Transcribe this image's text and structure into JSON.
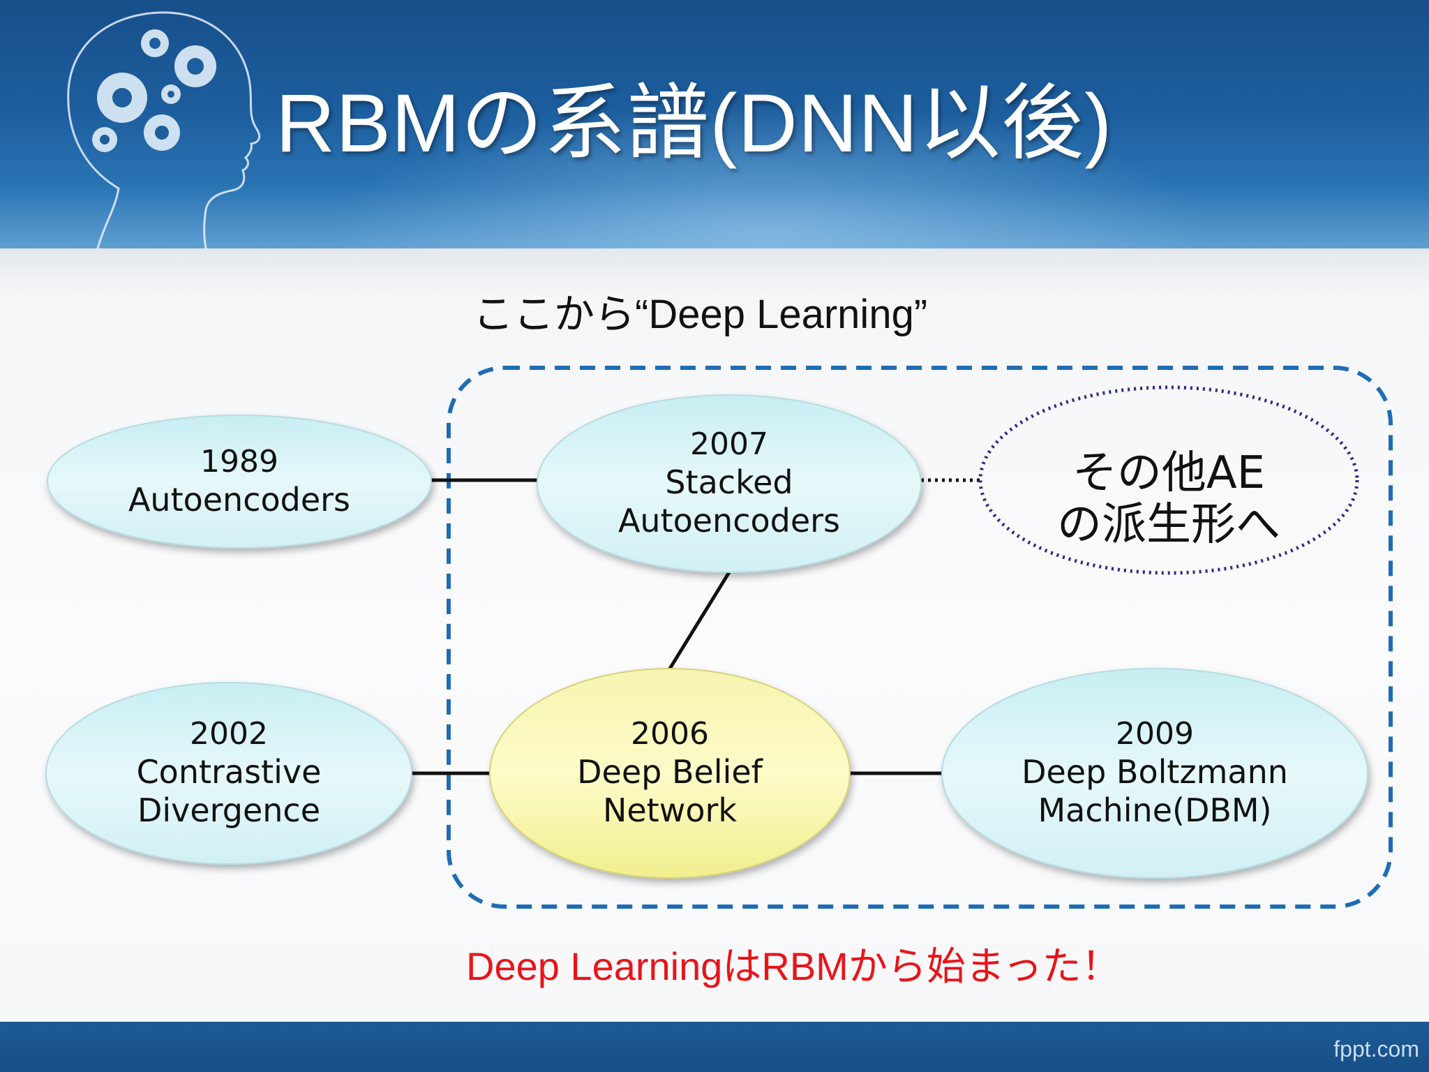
{
  "slide": {
    "title": "RBMの系譜(DNN以後)",
    "deep_learning_label": "ここから“Deep Learning”",
    "conclusion": "Deep LearningはRBMから始まった！",
    "footer_brand": "fppt.com"
  },
  "colors": {
    "node_fill": "#dff6f8",
    "highlight_fill": "#fbf7a6",
    "region_border": "#1f6cb5",
    "other_border": "#2c2b86",
    "conclusion_text": "#e8141a"
  },
  "nodes": [
    {
      "id": "autoencoders",
      "year": "1989",
      "name_lines": [
        "Autoencoders"
      ],
      "highlight": false
    },
    {
      "id": "stacked-autoencoders",
      "year": "2007",
      "name_lines": [
        "Stacked",
        "Autoencoders"
      ],
      "highlight": false
    },
    {
      "id": "contrastive-divergence",
      "year": "2002",
      "name_lines": [
        "Contrastive",
        "Divergence"
      ],
      "highlight": false
    },
    {
      "id": "deep-belief-network",
      "year": "2006",
      "name_lines": [
        "Deep Belief",
        "Network"
      ],
      "highlight": true
    },
    {
      "id": "deep-boltzmann-machine",
      "year": "2009",
      "name_lines": [
        "Deep Boltzmann",
        "Machine(DBM)"
      ],
      "highlight": false
    }
  ],
  "other_ae": {
    "lines": [
      "その他AE",
      "の派生形へ"
    ]
  },
  "edges": [
    {
      "from": "autoencoders",
      "to": "stacked-autoencoders",
      "style": "solid"
    },
    {
      "from": "stacked-autoencoders",
      "to": "other-ae",
      "style": "dotted"
    },
    {
      "from": "stacked-autoencoders",
      "to": "deep-belief-network",
      "style": "solid"
    },
    {
      "from": "contrastive-divergence",
      "to": "deep-belief-network",
      "style": "solid"
    },
    {
      "from": "deep-belief-network",
      "to": "deep-boltzmann-machine",
      "style": "solid"
    }
  ],
  "icons": [
    "head-silhouette-icon",
    "gears-icon"
  ]
}
